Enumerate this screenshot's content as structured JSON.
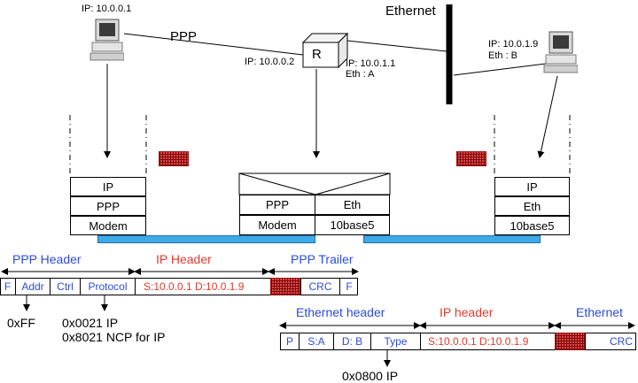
{
  "hosts": {
    "left": {
      "ip": "IP: 10.0.0.1"
    },
    "right": {
      "ip": "IP: 10.0.1.9",
      "eth": "Eth : B"
    }
  },
  "router": {
    "label": "R",
    "ip_left": "IP: 10.0.0.2",
    "ip_right": "IP: 10.0.1.1",
    "eth_right": "Eth : A"
  },
  "links": {
    "ppp": "PPP",
    "ethernet": "Ethernet"
  },
  "stacks": {
    "left": [
      "IP",
      "PPP",
      "Modem"
    ],
    "router_left": [
      "PPP",
      "Modem"
    ],
    "router_right": [
      "Eth",
      "10base5"
    ],
    "right": [
      "IP",
      "Eth",
      "10base5"
    ]
  },
  "ppp_frame": {
    "header_title": "PPP Header",
    "ip_title": "IP Header",
    "trailer_title": "PPP Trailer",
    "fields": [
      "F",
      "Addr",
      "Ctrl",
      "Protocol"
    ],
    "ip_fields": "S:10.0.0.1 D:10.0.1.9",
    "trailer_fields": [
      "CRC",
      "F"
    ],
    "notes": {
      "addr": "0xFF",
      "protocol_line1": "0x0021 IP",
      "protocol_line2": "0x8021 NCP for IP"
    }
  },
  "eth_frame": {
    "header_title": "Ethernet header",
    "ip_title": "IP header",
    "trailer_title": "Ethernet",
    "fields": [
      "P",
      "S:A",
      "D: B",
      "Type"
    ],
    "ip_fields": "S:10.0.0.1 D:10.0.1.9",
    "trailer_fields": [
      "CRC"
    ],
    "notes": {
      "type": "0x0800 IP"
    }
  },
  "colors": {
    "blue": "#2b4bd8",
    "red": "#e23a2a",
    "wire": "#3fa9e6",
    "payload": "#e04848"
  }
}
